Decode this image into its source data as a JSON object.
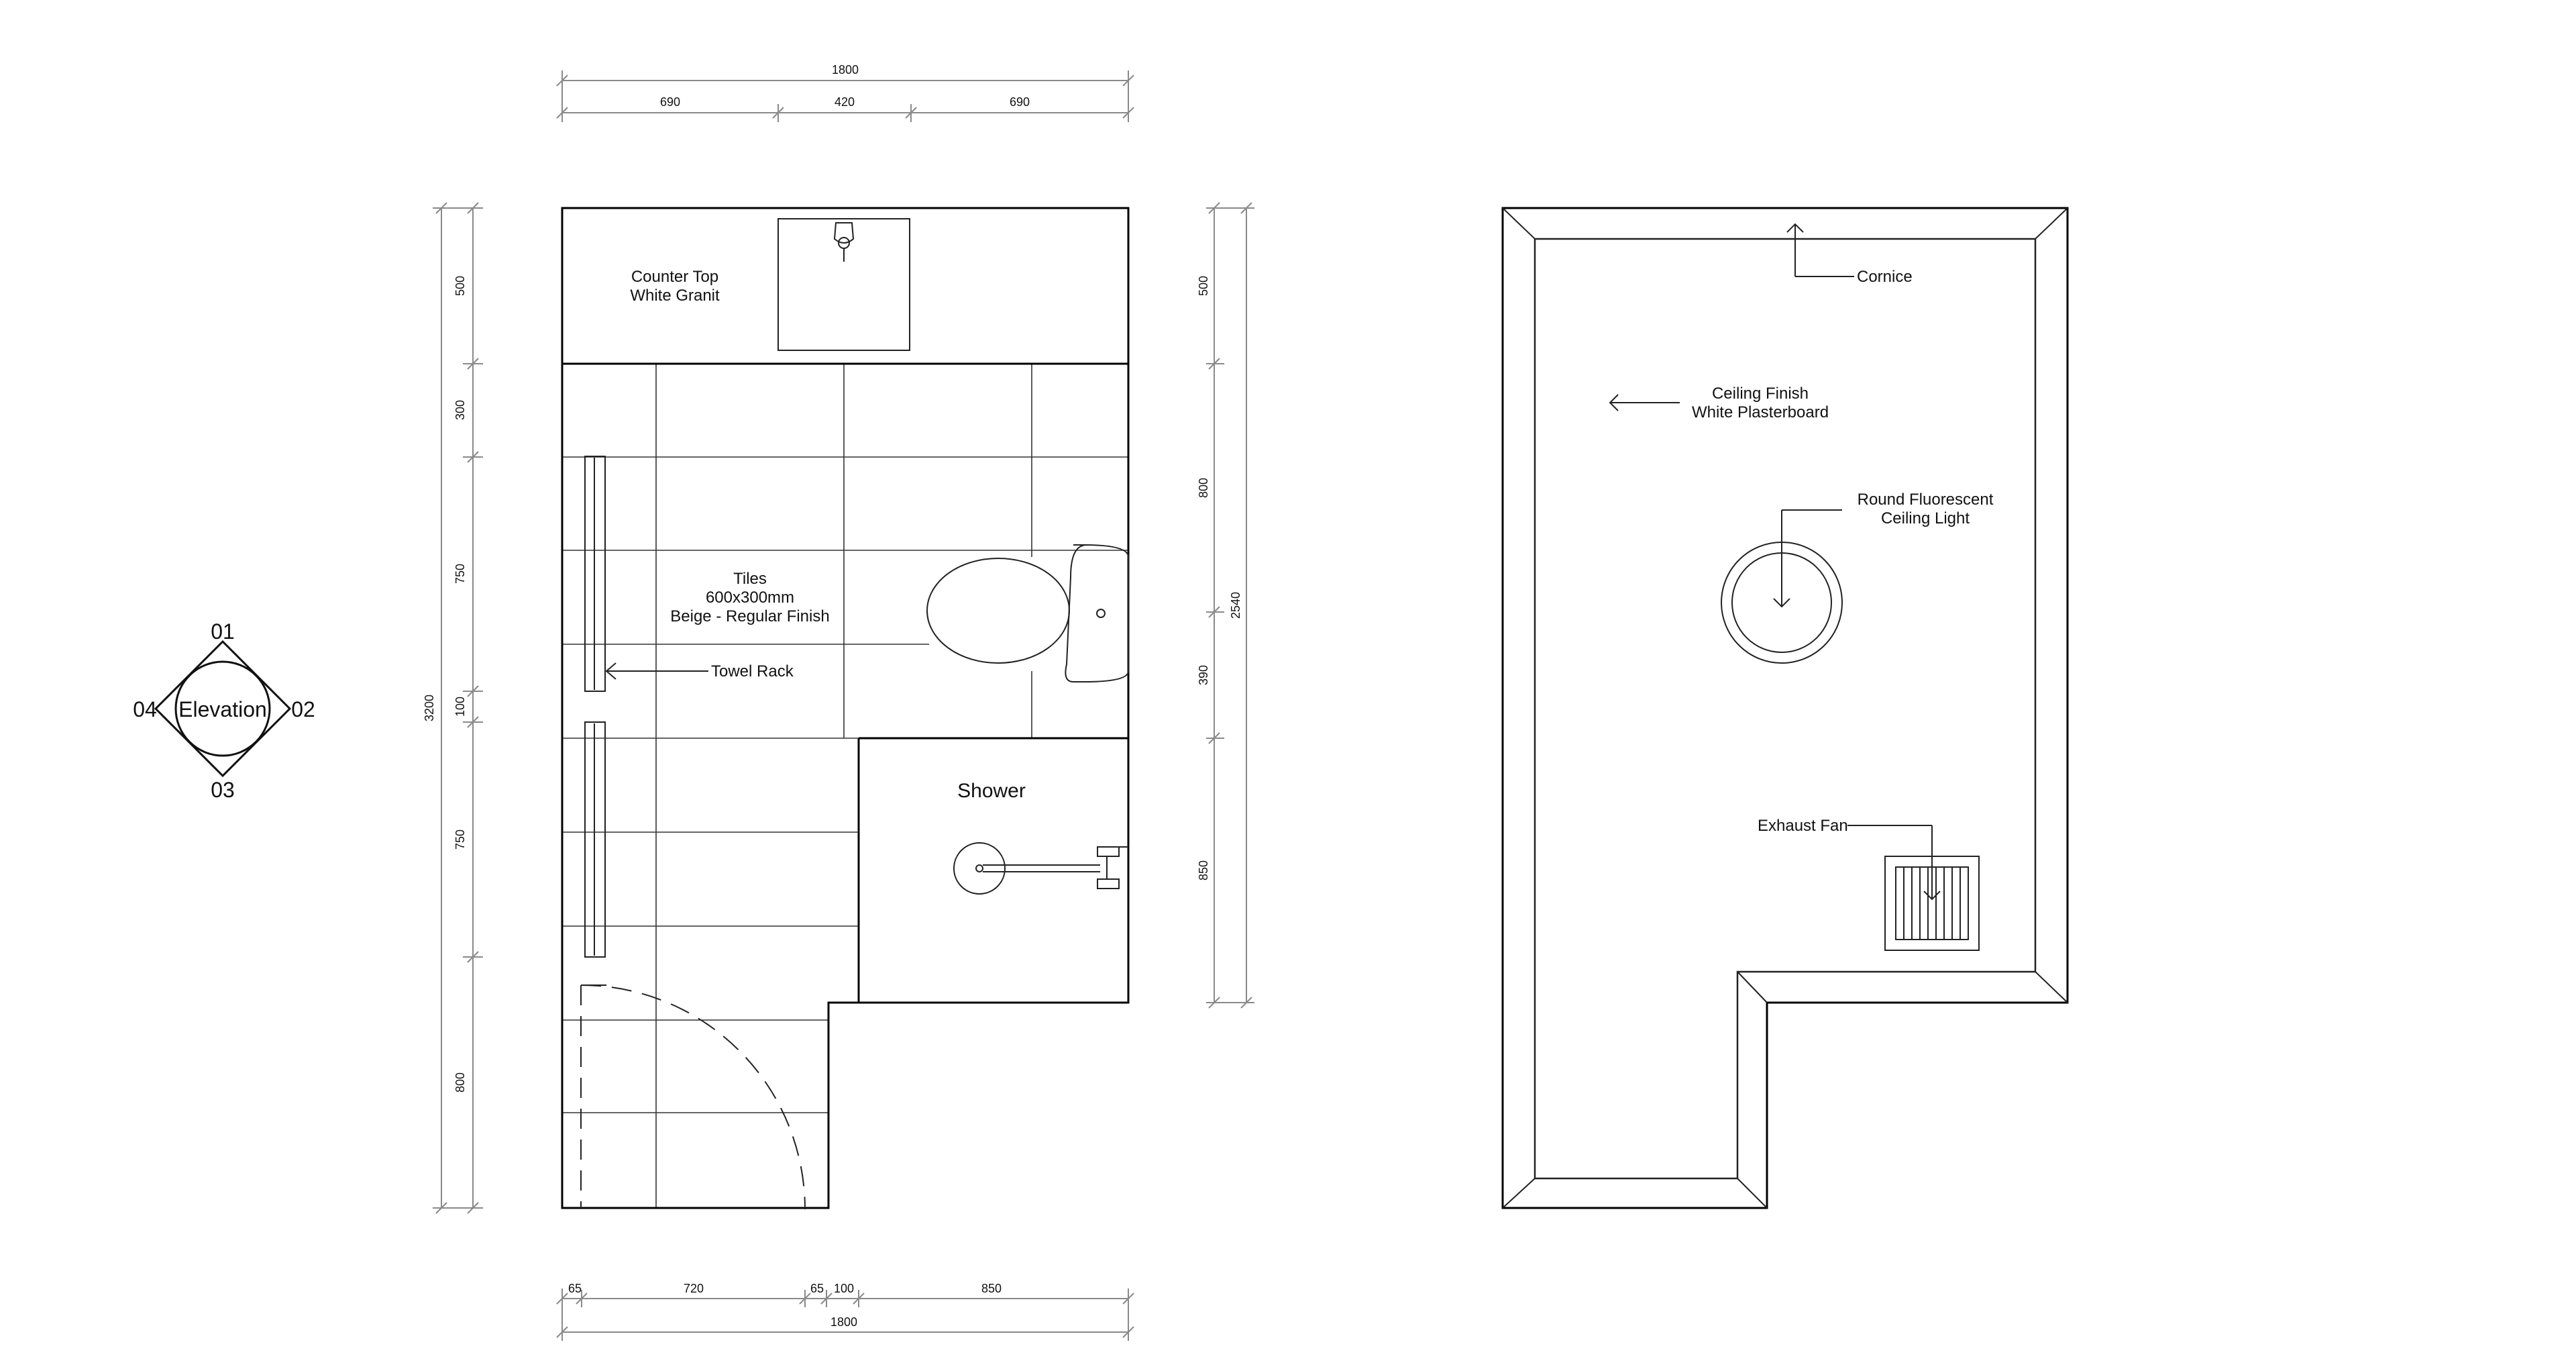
{
  "plan": {
    "dims_top": {
      "total": "1800",
      "seg_left": "690",
      "seg_mid": "420",
      "seg_right": "690"
    },
    "dims_left": {
      "total": "3200",
      "d1": "500",
      "d2": "300",
      "d3": "750",
      "d4": "100",
      "d5": "750",
      "d6": "800"
    },
    "dims_right": {
      "total": "2540",
      "d1": "500",
      "d2": "800",
      "d3": "390",
      "d4": "850"
    },
    "dims_bottom": {
      "total": "1800",
      "d1": "65",
      "d2": "720",
      "d3": "65",
      "d4": "100",
      "d5": "850"
    },
    "labels": {
      "counter_line1": "Counter Top",
      "counter_line2": "White Granit",
      "tiles_line1": "Tiles",
      "tiles_line2": "600x300mm",
      "tiles_line3": "Beige - Regular Finish",
      "towel_rack": "Towel Rack",
      "shower": "Shower"
    }
  },
  "elevation_marker": {
    "label": "Elevation",
    "n1": "01",
    "n2": "02",
    "n3": "03",
    "n4": "04"
  },
  "ceiling": {
    "cornice": "Cornice",
    "finish_line1": "Ceiling Finish",
    "finish_line2": "White Plasterboard",
    "light_line1": "Round Fluorescent",
    "light_line2": "Ceiling Light",
    "exhaust_fan": "Exhaust Fan"
  },
  "colors": {
    "ink": "#000000",
    "dim": "#8a8a8a"
  }
}
